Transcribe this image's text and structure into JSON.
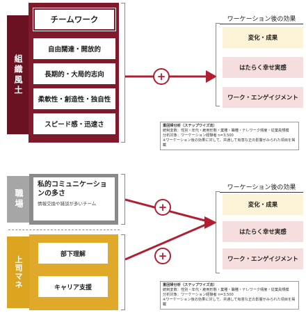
{
  "section1": {
    "category": "組織風土",
    "items": [
      "チームワーク",
      "自由闊達・開放的",
      "長期的・大局的志向",
      "柔軟性・創造性・独自性",
      "スピード感・迅速さ"
    ],
    "plus": "+",
    "effects_title": "ワーケーション後の効果",
    "effects": [
      "変化・成果",
      "はたらく幸せ実感",
      "ワーク・エンゲイジメント"
    ],
    "note": {
      "title": "重回帰分析（ステップワイズ法）",
      "lines": [
        "統制変数：性別・年代・雇用形態・業種・職種・テレワーク頻度・従業員規模",
        "分析対象：ワーケーション経験者 n=3,500",
        "※ワーケーション後の効果に対して、共通して有意な正の影響がみられた項目を掲載"
      ]
    }
  },
  "section2": {
    "category_top": "職場環境",
    "main_item": "私的コミュニケーションの多さ",
    "main_sub": "情報交換や雑談が多いチーム",
    "category_bottom": "上司マネジメント",
    "items": [
      "部下理解",
      "キャリア支援"
    ],
    "plus": "+",
    "effects_title": "ワーケーション後の効果",
    "effects": [
      "変化・成果",
      "はたらく幸せ実感",
      "ワーク・エンゲイジメント"
    ],
    "note": {
      "title": "重回帰分析（ステップワイズ法）",
      "lines": [
        "統制変数：性別・年代・雇用形態・業種・職種・テレワーク頻度・従業員規模",
        "分析対象：ワーケーション経験者 n=3,500",
        "※ワーケーション後の効果に対して、共通して有意な正の影響がみられた項目を掲載"
      ]
    }
  },
  "colors": {
    "dark_red": "#6a1222",
    "red_panel": "#7f1a2c",
    "arrow_red": "#b11e31",
    "gray_bar": "#a6a6a6",
    "gray_panel": "#8a8a8a",
    "gold_bar": "#dba521",
    "gold_panel": "#e0a92a",
    "effect_yellow": "#fdf4d7",
    "effect_pink": "#f7dede"
  }
}
